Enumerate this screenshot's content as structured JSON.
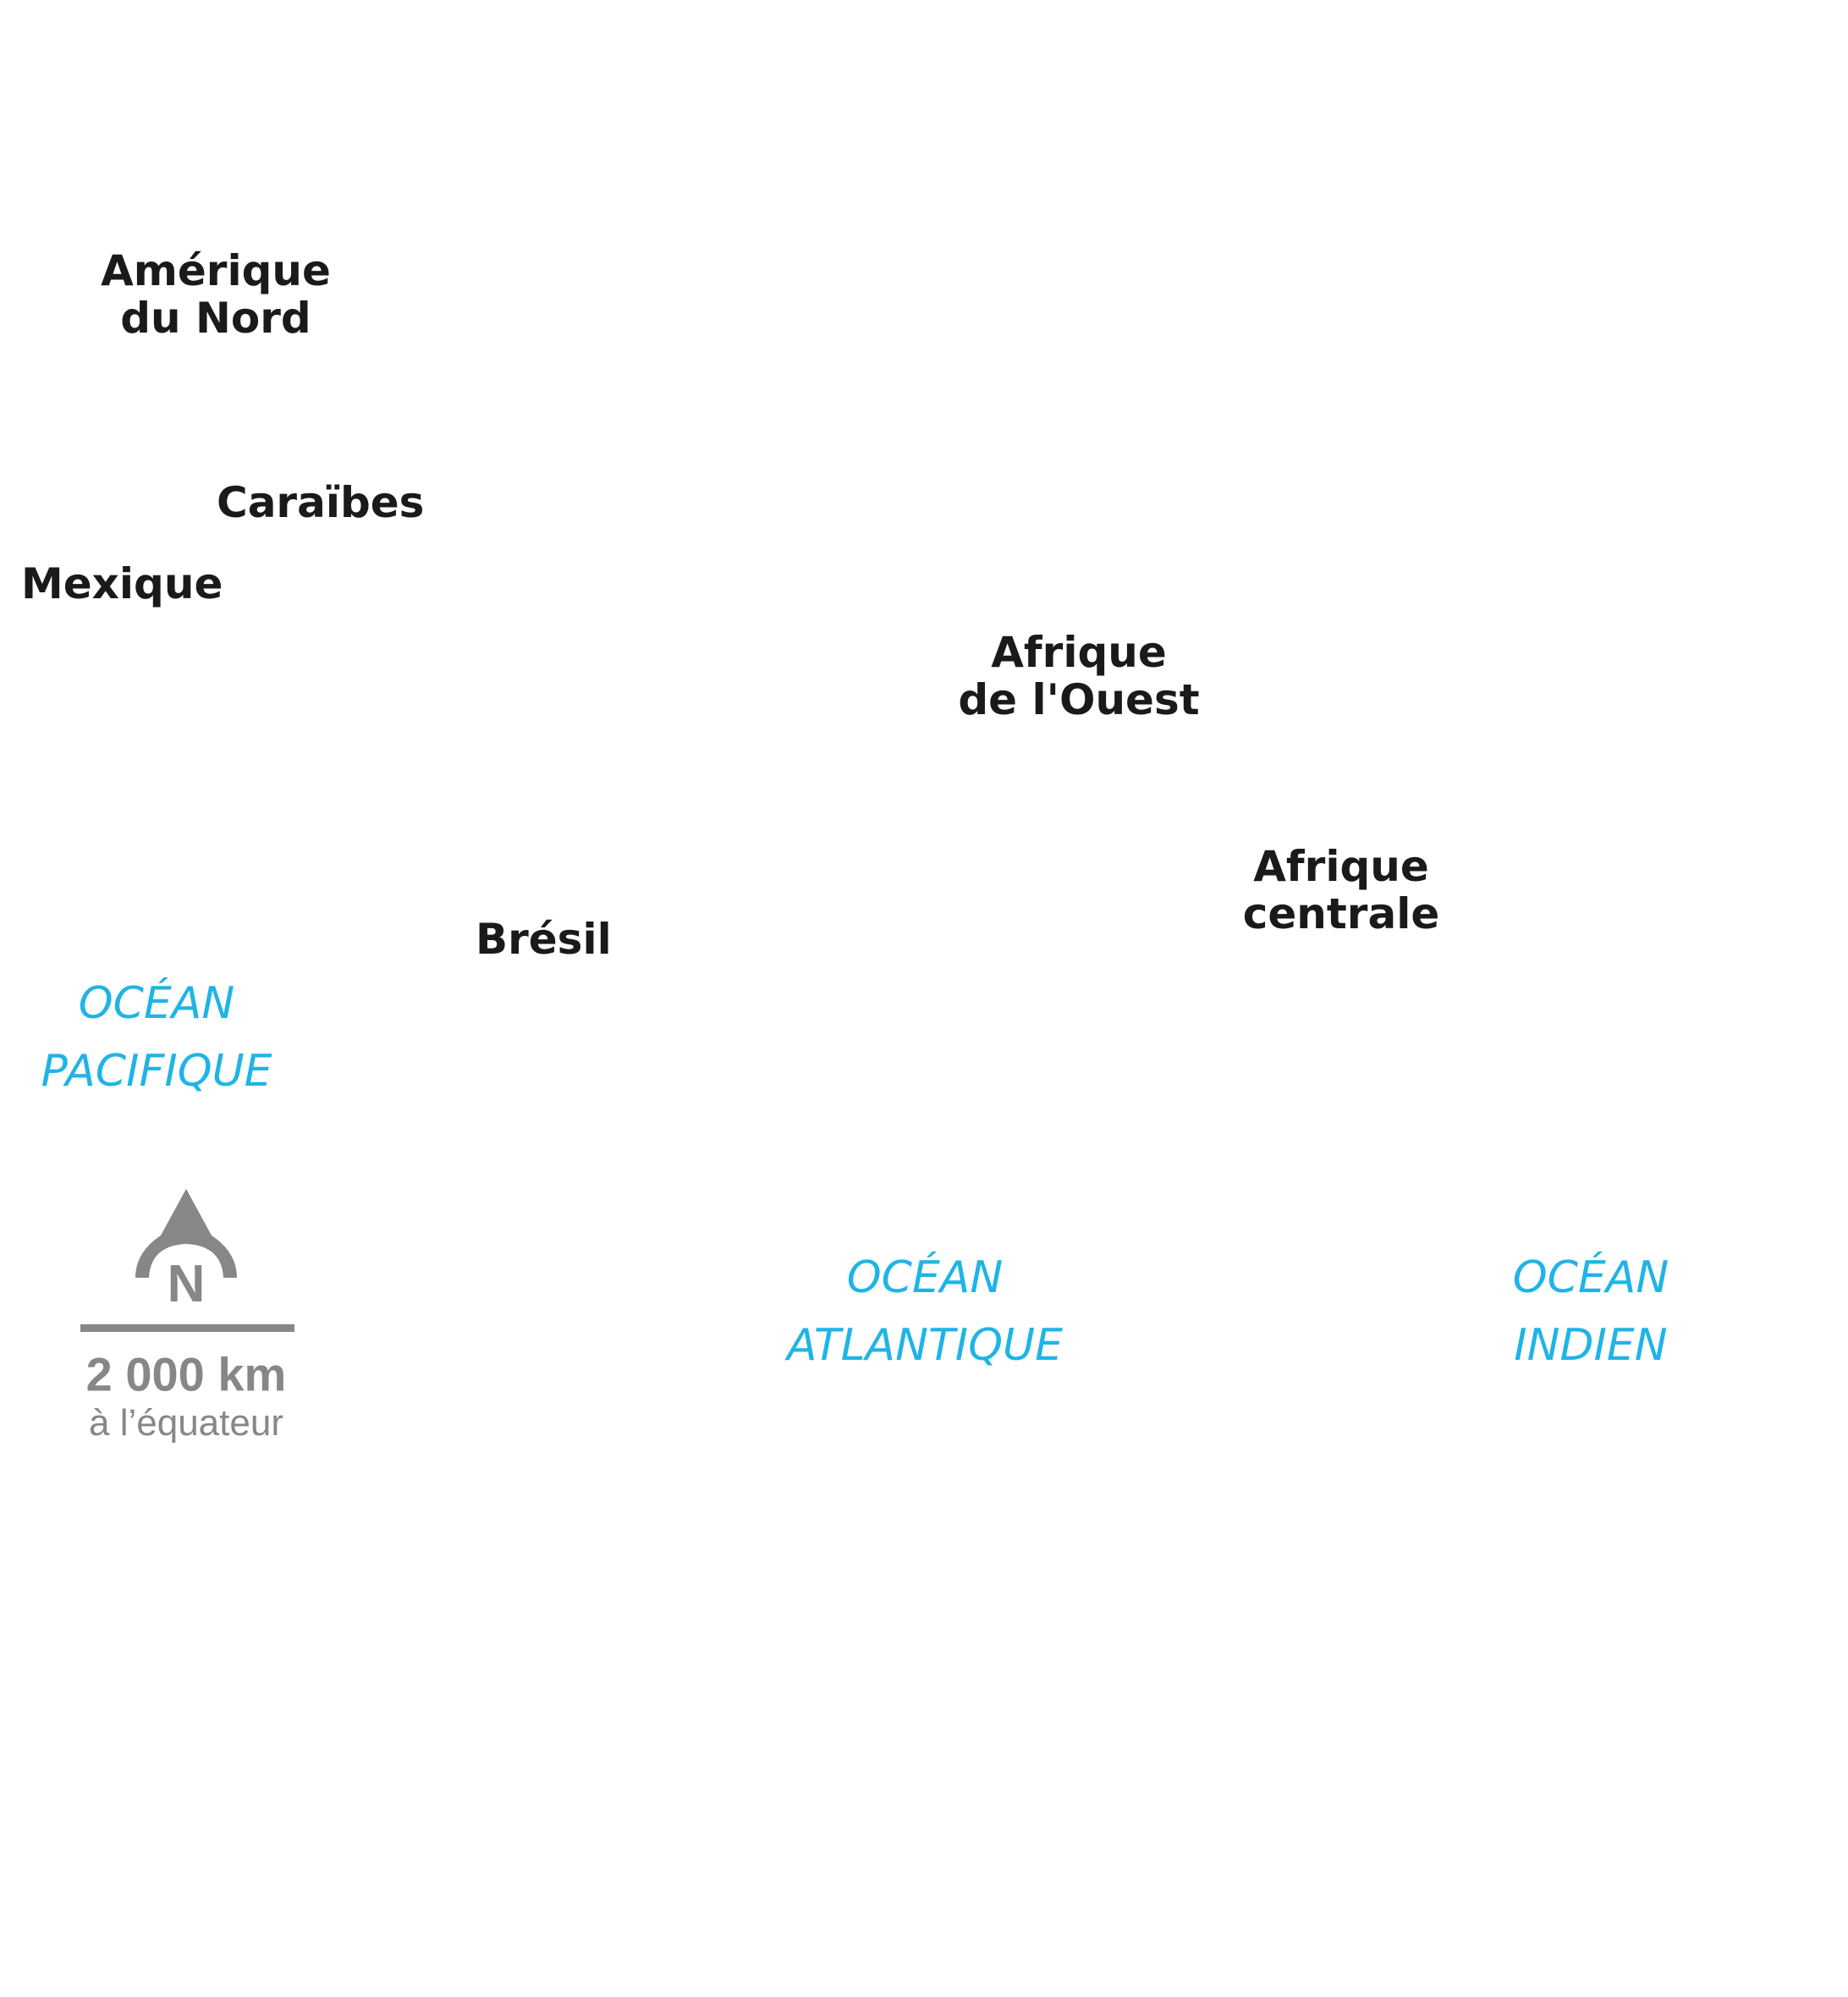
{
  "colors": {
    "land_label": "#1a1a1a",
    "ocean_label": "#1fb4e6",
    "scale": "#878787"
  },
  "regions": {
    "north_america": [
      "Amérique",
      "du Nord"
    ],
    "caribbean": "Caraïbes",
    "mexico": "Mexique",
    "west_africa": [
      "Afrique",
      "de l'Ouest"
    ],
    "central_africa": [
      "Afrique",
      "centrale"
    ],
    "brazil": "Brésil"
  },
  "oceans": {
    "pacific": [
      "OCÉAN",
      "PACIFIQUE"
    ],
    "atlantic": [
      "OCÉAN",
      "ATLANTIQUE"
    ],
    "indian": [
      "OCÉAN",
      "INDIEN"
    ]
  },
  "legend": {
    "north_letter": "N",
    "north_icon": "north-arrow-icon",
    "scale_distance": "2 000 km",
    "scale_note": "à l’équateur"
  }
}
